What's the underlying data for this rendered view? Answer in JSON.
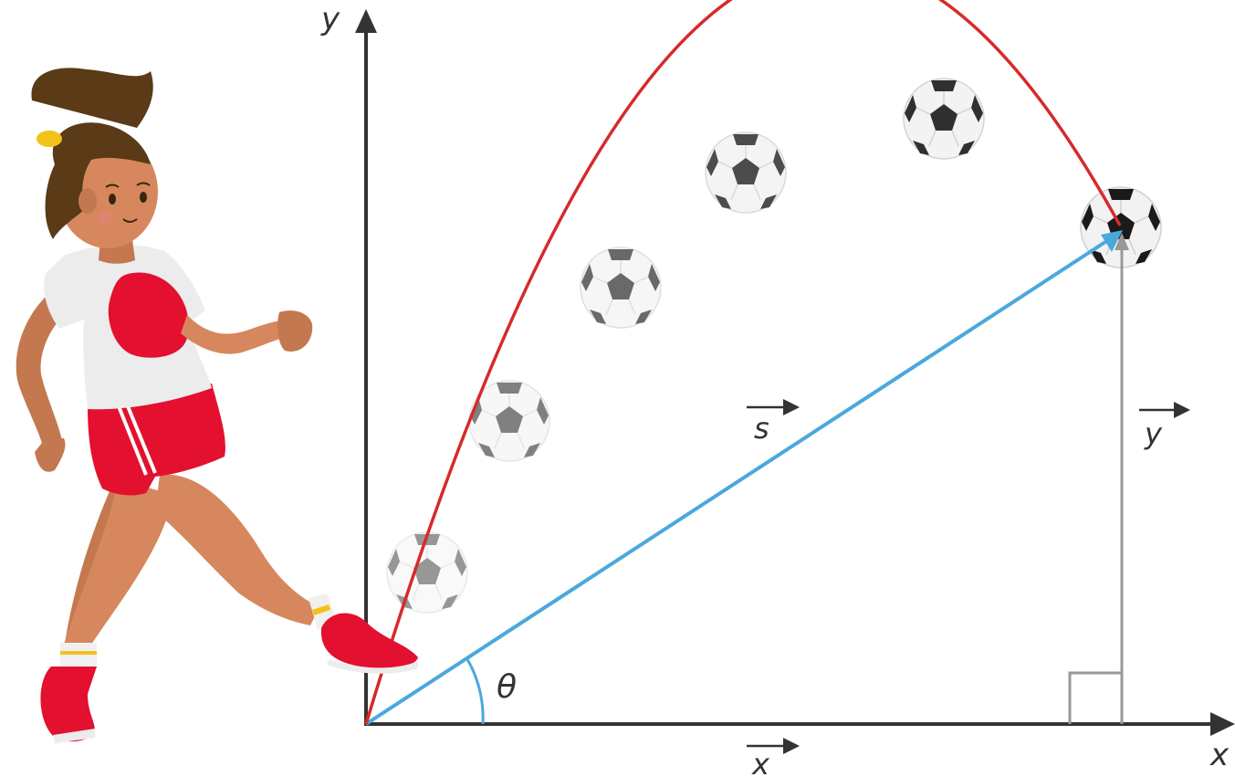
{
  "labels": {
    "y_axis": "y",
    "x_axis": "x",
    "displacement": "s",
    "vertical_component": "y",
    "horizontal_component": "x",
    "angle": "θ"
  },
  "balls": [
    {
      "opacity": 0.45
    },
    {
      "opacity": 0.55
    },
    {
      "opacity": 0.65
    },
    {
      "opacity": 0.78
    },
    {
      "opacity": 0.9
    },
    {
      "opacity": 1.0
    }
  ],
  "colors": {
    "axis": "#333333",
    "trajectory": "#d62a2a",
    "displacement": "#4aa8dc",
    "component": "#999999",
    "skin": "#d7875d",
    "hair": "#5a3a17",
    "kit_red": "#e3102f",
    "shirt": "#ececec"
  }
}
